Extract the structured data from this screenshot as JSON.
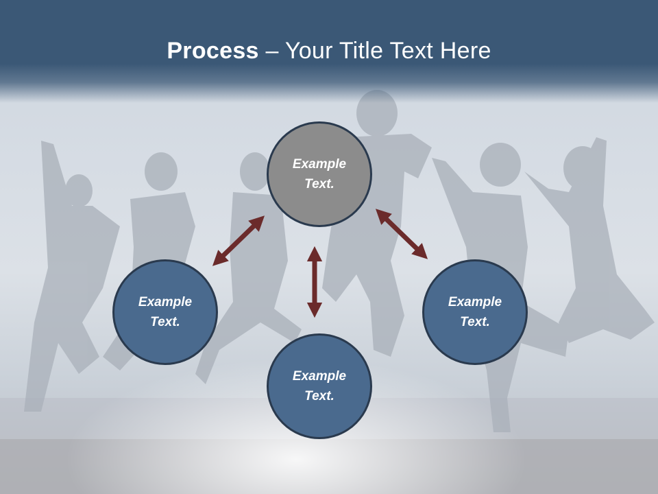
{
  "title": {
    "bold": "Process",
    "rest": " – Your Title Text Here"
  },
  "nodes": [
    {
      "line1": "Example",
      "line2": "Text."
    },
    {
      "line1": "Example",
      "line2": "Text."
    },
    {
      "line1": "Example",
      "line2": "Text."
    },
    {
      "line1": "Example",
      "line2": "Text."
    }
  ],
  "colors": {
    "header": "#3b5876",
    "node_top": "#8c8c8c",
    "node_blue": "#4a6a8e",
    "node_border": "#2a3a4e",
    "arrow": "#6b2b2b"
  },
  "icons": [
    "double-arrow-icon"
  ]
}
